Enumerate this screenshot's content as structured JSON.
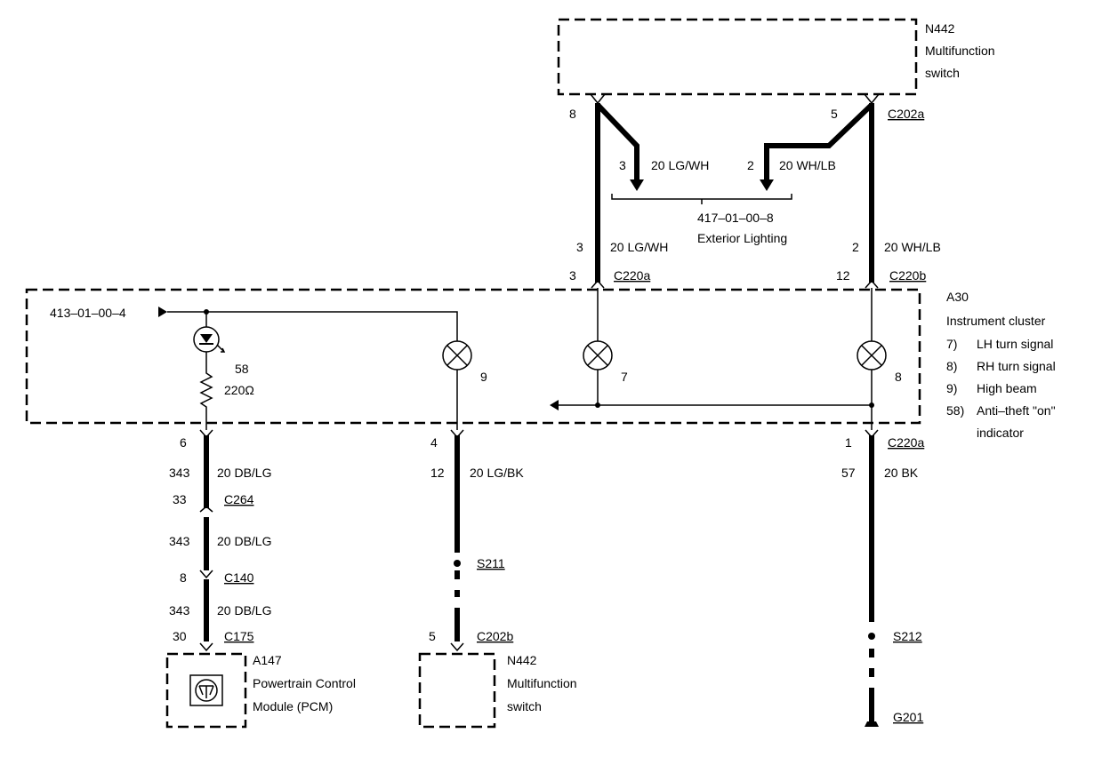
{
  "components": {
    "top_switch": {
      "id": "N442",
      "name_line1": "Multifunction",
      "name_line2": "switch",
      "connector": "C202a"
    },
    "cluster": {
      "id": "A30",
      "name": "Instrument cluster"
    },
    "cluster_legend": [
      {
        "num": "7)",
        "label": "LH turn signal"
      },
      {
        "num": "8)",
        "label": "RH turn signal"
      },
      {
        "num": "9)",
        "label": "High beam"
      },
      {
        "num": "58)",
        "label": "Anti–theft \"on\""
      },
      {
        "num": "",
        "label": "indicator"
      }
    ],
    "pcm": {
      "id": "A147",
      "name_line1": "Powertrain Control",
      "name_line2": "Module (PCM)"
    },
    "bottom_switch": {
      "id": "N442",
      "name_line1": "Multifunction",
      "name_line2": "switch"
    }
  },
  "top_wires": {
    "left_pin": "8",
    "right_pin": "5",
    "branch_left_pin": "3",
    "branch_left_wire": "20 LG/WH",
    "branch_right_pin": "2",
    "branch_right_wire": "20 WH/LB",
    "ref_code": "417–01–00–8",
    "ref_name": "Exterior Lighting",
    "left_circuit": "3",
    "left_wire": "20 LG/WH",
    "right_circuit": "2",
    "right_wire": "20 WH/LB",
    "left_conn_pin": "3",
    "left_conn": "C220a",
    "right_conn_pin": "12",
    "right_conn": "C220b"
  },
  "cluster_internal": {
    "ref": "413–01–00–4",
    "led_num": "58",
    "resistor": "220Ω",
    "lamp_9": "9",
    "lamp_7": "7",
    "lamp_8": "8"
  },
  "pcm_branch": {
    "pin": "6",
    "segments": [
      {
        "circuit": "343",
        "wire": "20 DB/LG"
      },
      {
        "circuit": "343",
        "wire": "20 DB/LG"
      },
      {
        "circuit": "343",
        "wire": "20 DB/LG"
      }
    ],
    "connectors": [
      {
        "pin": "33",
        "name": "C264"
      },
      {
        "pin": "8",
        "name": "C140"
      },
      {
        "pin": "30",
        "name": "C175"
      }
    ]
  },
  "switch_branch": {
    "pin": "4",
    "circuit": "12",
    "wire": "20 LG/BK",
    "splice": "S211",
    "conn_pin": "5",
    "conn": "C202b"
  },
  "ground_branch": {
    "pin": "1",
    "conn": "C220a",
    "circuit": "57",
    "wire": "20 BK",
    "splice": "S212",
    "ground": "G201"
  }
}
